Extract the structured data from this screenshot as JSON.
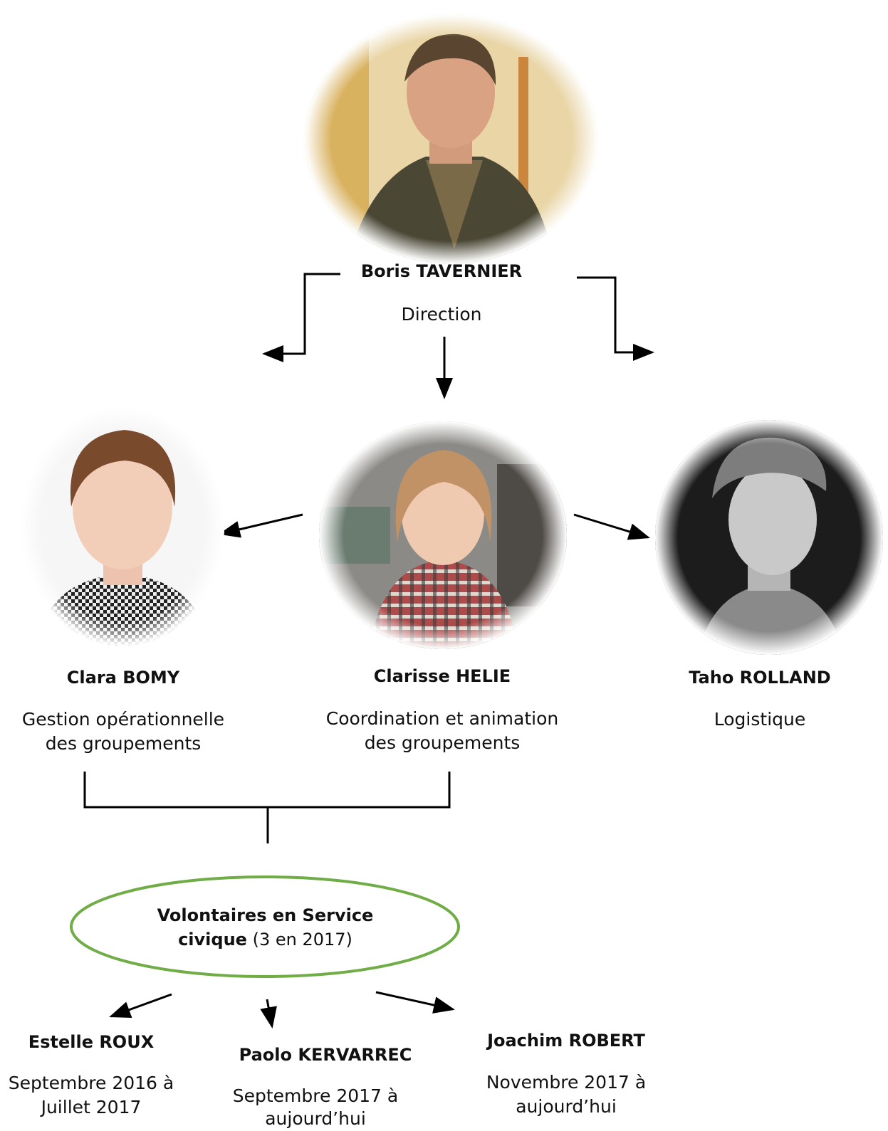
{
  "director": {
    "name": "Boris TAVERNIER",
    "role": "Direction"
  },
  "team": [
    {
      "name": "Clara BOMY",
      "role_line1": "Gestion opérationnelle",
      "role_line2": "des groupements"
    },
    {
      "name": "Clarisse HELIE",
      "role_line1": "Coordination et animation",
      "role_line2": "des groupements"
    },
    {
      "name": "Taho ROLLAND",
      "role_line1": "Logistique",
      "role_line2": ""
    }
  ],
  "volunteers_box": {
    "title_line1": "Volontaires en Service",
    "title_bold2": "civique",
    "title_rest2": " (3 en 2017)"
  },
  "volunteers": [
    {
      "name": "Estelle ROUX",
      "period_line1": "Septembre 2016 à",
      "period_line2": "Juillet 2017"
    },
    {
      "name": "Paolo KERVARREC",
      "period_line1": "Septembre 2017 à",
      "period_line2": "aujourd’hui"
    },
    {
      "name": "Joachim ROBERT",
      "period_line1": "Novembre 2017 à",
      "period_line2": "aujourd’hui"
    }
  ],
  "colors": {
    "accent_green": "#70ad47",
    "line": "#000000"
  }
}
